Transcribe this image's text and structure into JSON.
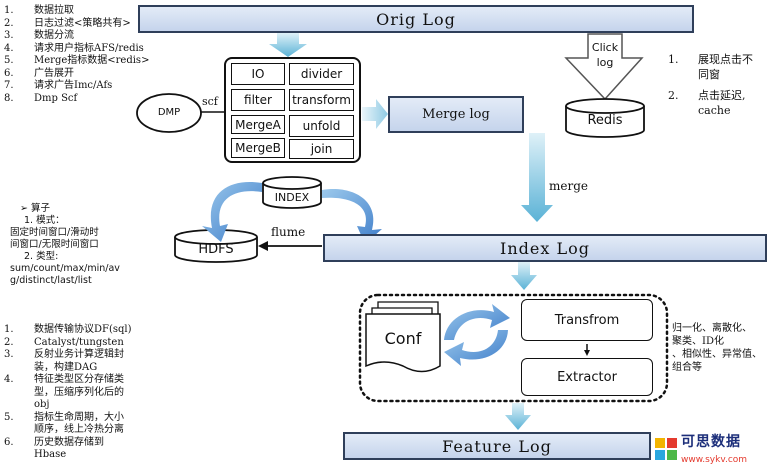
{
  "steps_top": [
    {
      "n": "1.",
      "t": "数据拉取"
    },
    {
      "n": "2.",
      "t": "日志过滤<策略共有>"
    },
    {
      "n": "3.",
      "t": "数据分流"
    },
    {
      "n": "4.",
      "t": "请求用户指标AFS/redis"
    },
    {
      "n": "5.",
      "t": "Merge指标数据<redis>"
    },
    {
      "n": "6.",
      "t": "广告展开"
    },
    {
      "n": "7.",
      "t": "请求广告Imc/Afs"
    },
    {
      "n": "8.",
      "t": "Dmp Scf"
    }
  ],
  "operator_header": "➢  算子",
  "operator_lines": [
    "1.  模式：",
    "固定时间窗口/滑动时",
    "间窗口/无限时间窗口",
    "2.  类型:",
    "sum/count/max/min/av",
    "g/distinct/last/list"
  ],
  "steps_bottom": [
    {
      "n": "1.",
      "t": "数据传输协议DF(sql)"
    },
    {
      "n": "2.",
      "t": "Catalyst/tungsten"
    },
    {
      "n": "3.",
      "t": "反射业务计算逻辑封"
    },
    {
      "n": "",
      "t": "装，构建DAG"
    },
    {
      "n": "4.",
      "t": "特征类型区分存储类"
    },
    {
      "n": "",
      "t": "型，压缩序列化后的"
    },
    {
      "n": "",
      "t": "obj"
    },
    {
      "n": "5.",
      "t": "指标生命周期，大小"
    },
    {
      "n": "",
      "t": "顺序，线上冷热分离"
    },
    {
      "n": "6.",
      "t": "历史数据存储到"
    },
    {
      "n": "",
      "t": "Hbase"
    }
  ],
  "click_notes": [
    {
      "n": "1.",
      "t": "展现点击不"
    },
    {
      "n": "",
      "t": "同窗"
    },
    {
      "n": "2.",
      "t": "点击延迟,"
    },
    {
      "n": "",
      "t": "cache"
    }
  ],
  "right_notes": [
    "归一化、离散化、",
    "聚类、ID化",
    "、相似性、异常值、",
    "组合等"
  ],
  "orig_log": "Orig Log",
  "index_log": "Index Log",
  "feature_log": "Feature Log",
  "merge_log": "Merge log",
  "grid_cells": [
    "IO",
    "divider",
    "filter",
    "transform",
    "MergeA",
    "unfold",
    "MergeB",
    "join"
  ],
  "dmp": "DMP",
  "scf": "scf",
  "index": "INDEX",
  "hdfs": "HDFS",
  "flume": "flume",
  "redis": "Redis",
  "click_log": [
    "Click",
    "log"
  ],
  "merge_label": "merge",
  "conf": "Conf",
  "transfrom": "Transfrom",
  "extractor": "Extractor",
  "watermark_cn": "可思数据",
  "watermark_url": "www.sykv.com"
}
